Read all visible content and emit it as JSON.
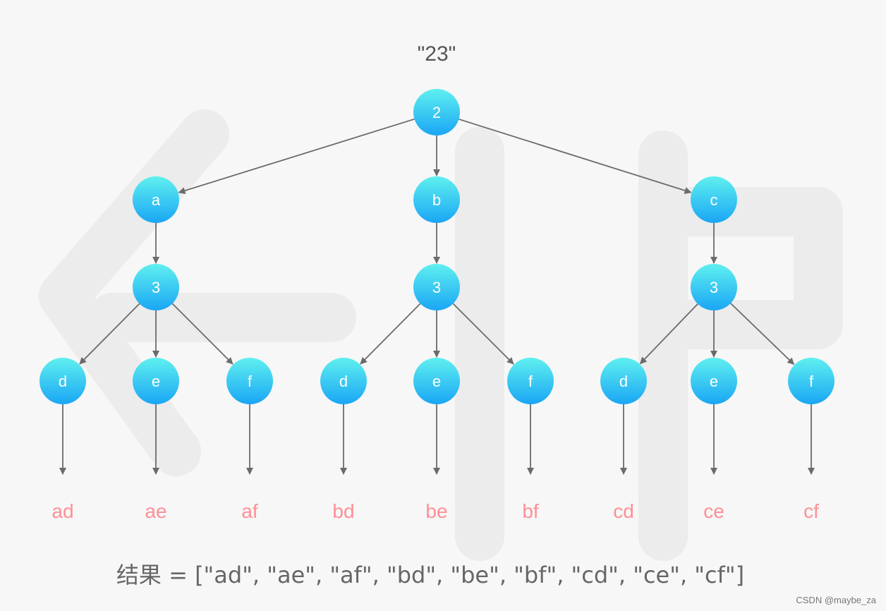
{
  "input_label": "\"23\"",
  "nodes": [
    {
      "id": "root",
      "label": "2"
    },
    {
      "id": "a",
      "label": "a"
    },
    {
      "id": "b",
      "label": "b"
    },
    {
      "id": "c",
      "label": "c"
    },
    {
      "id": "a3",
      "label": "3"
    },
    {
      "id": "b3",
      "label": "3"
    },
    {
      "id": "c3",
      "label": "3"
    },
    {
      "id": "ad",
      "label": "d"
    },
    {
      "id": "ae",
      "label": "e"
    },
    {
      "id": "af",
      "label": "f"
    },
    {
      "id": "bd",
      "label": "d"
    },
    {
      "id": "be",
      "label": "e"
    },
    {
      "id": "bf",
      "label": "f"
    },
    {
      "id": "cd",
      "label": "d"
    },
    {
      "id": "ce",
      "label": "e"
    },
    {
      "id": "cf",
      "label": "f"
    }
  ],
  "edges": [
    [
      "root",
      "a"
    ],
    [
      "root",
      "b"
    ],
    [
      "root",
      "c"
    ],
    [
      "a",
      "a3"
    ],
    [
      "b",
      "b3"
    ],
    [
      "c",
      "c3"
    ],
    [
      "a3",
      "ad"
    ],
    [
      "a3",
      "ae"
    ],
    [
      "a3",
      "af"
    ],
    [
      "b3",
      "bd"
    ],
    [
      "b3",
      "be"
    ],
    [
      "b3",
      "bf"
    ],
    [
      "c3",
      "cd"
    ],
    [
      "c3",
      "ce"
    ],
    [
      "c3",
      "cf"
    ]
  ],
  "leaves": [
    {
      "from": "ad",
      "label": "ad"
    },
    {
      "from": "ae",
      "label": "ae"
    },
    {
      "from": "af",
      "label": "af"
    },
    {
      "from": "bd",
      "label": "bd"
    },
    {
      "from": "be",
      "label": "be"
    },
    {
      "from": "bf",
      "label": "bf"
    },
    {
      "from": "cd",
      "label": "cd"
    },
    {
      "from": "ce",
      "label": "ce"
    },
    {
      "from": "cf",
      "label": "cf"
    }
  ],
  "result_text": "结果 = [\"ad\", \"ae\", \"af\", \"bd\", \"be\", \"bf\", \"cd\", \"ce\", \"cf\"]",
  "credit": "CSDN @maybe_za",
  "colors": {
    "node_top": "#5ff0ef",
    "node_bottom": "#1aa6f5",
    "edge": "#6b6b6b",
    "leaf_text": "#ff8f96"
  }
}
